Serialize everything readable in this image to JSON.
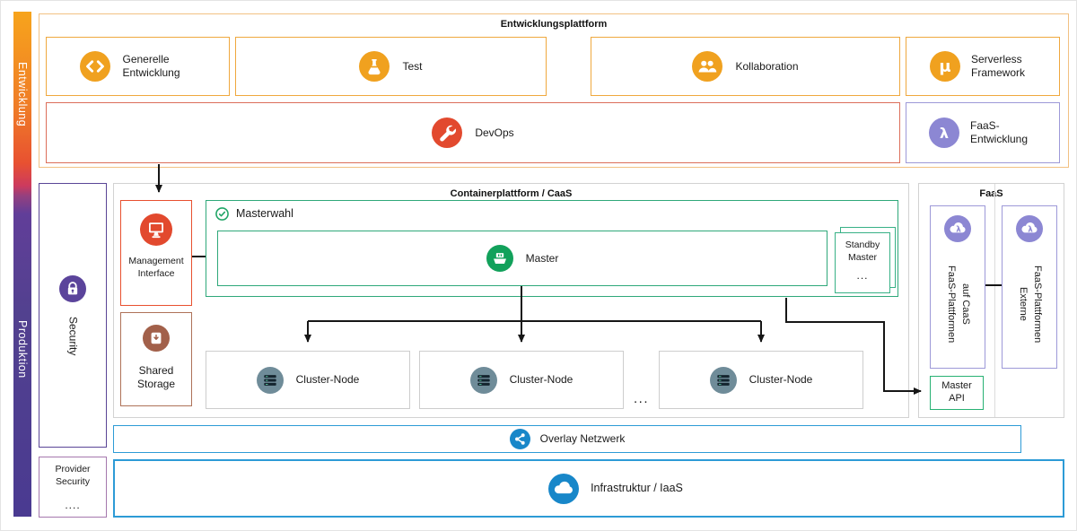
{
  "colors": {
    "orange_icon": "#F0A11F",
    "red_icon": "#E2492E",
    "purple_icon": "#8C87D3",
    "green_icon": "#12A15B",
    "brown_icon": "#A2604A",
    "slate_icon": "#6F8C99",
    "blue_icon": "#1887C9",
    "gradient_top": "#F7A41C",
    "gradient_bottom": "#4A3A91"
  },
  "sidebar": {
    "entwicklung": "Entwicklung",
    "produktion": "Produktion"
  },
  "entwicklungsplattform": {
    "title": "Entwicklungsplattform",
    "generelle_entwicklung": "Generelle Entwicklung",
    "test": "Test",
    "kollaboration": "Kollaboration",
    "serverless_framework": "Serverless Framework",
    "devops": "DevOps",
    "faas_entwicklung": "FaaS-Entwicklung"
  },
  "produktion": {
    "security": "Security",
    "provider_security": "Provider Security",
    "provider_security_dots": "....",
    "caas": {
      "title": "Containerplattform / CaaS",
      "management_interface": "Management Interface",
      "masterwahl": "Masterwahl",
      "master": "Master",
      "standby_master": "Standby Master",
      "standby_dots": "...",
      "shared_storage": "Shared Storage",
      "cluster_nodes": [
        "Cluster-Node",
        "Cluster-Node",
        "Cluster-Node"
      ],
      "cluster_ellipsis": "..."
    },
    "faas": {
      "title": "FaaS",
      "plattform_caas_line1": "FaaS-Plattformen",
      "plattform_caas_line2": "auf CaaS",
      "externe_line1": "Externe",
      "externe_line2": "FaaS-Plattformen",
      "master_api": "Master API"
    },
    "overlay_netzwerk": "Overlay Netzwerk",
    "infrastruktur": "Infrastruktur / IaaS"
  }
}
